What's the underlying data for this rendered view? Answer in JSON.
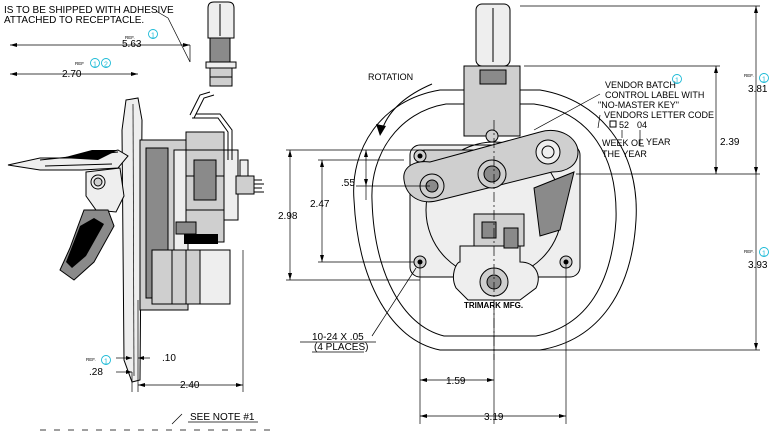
{
  "notes": {
    "note1_line1": "IS TO BE SHIPPED WITH ADHESIVE",
    "note1_line2": "ATTACHED TO RECEPTACLE.",
    "see_note": "SEE NOTE #1",
    "rotation": "ROTATION",
    "vendor_line1": "VENDOR BATCH",
    "vendor_line2": "CONTROL LABEL WITH",
    "vendor_line3": "\"NO-MASTER KEY\"",
    "vendors_letter_code": "VENDORS LETTER CODE",
    "code_box_value": "52",
    "code_year_value": "04",
    "week_of": "WEEK OF",
    "the_year": "THE YEAR",
    "year": "YEAR",
    "holes": "10-24 X .05",
    "holes_places": "(4 PLACES)",
    "brand": "TRIMARK MFG."
  },
  "marks": {
    "ref": "REF.",
    "ref_alt": "REF",
    "bubble_1": "1",
    "bubble_2": "2"
  },
  "dimensions": {
    "d_553": "5.63",
    "d_270": "2.70",
    "d_010": ".10",
    "d_028": ".28",
    "d_240": "2.40",
    "d_055": ".55",
    "d_298": "2.98",
    "d_247": "2.47",
    "d_159": "1.59",
    "d_319": "3.19",
    "d_381": "3.81",
    "d_239": "2.39",
    "d_393": "3.93"
  },
  "colors": {
    "ink": "#000000",
    "callout": "#19b9d6"
  }
}
